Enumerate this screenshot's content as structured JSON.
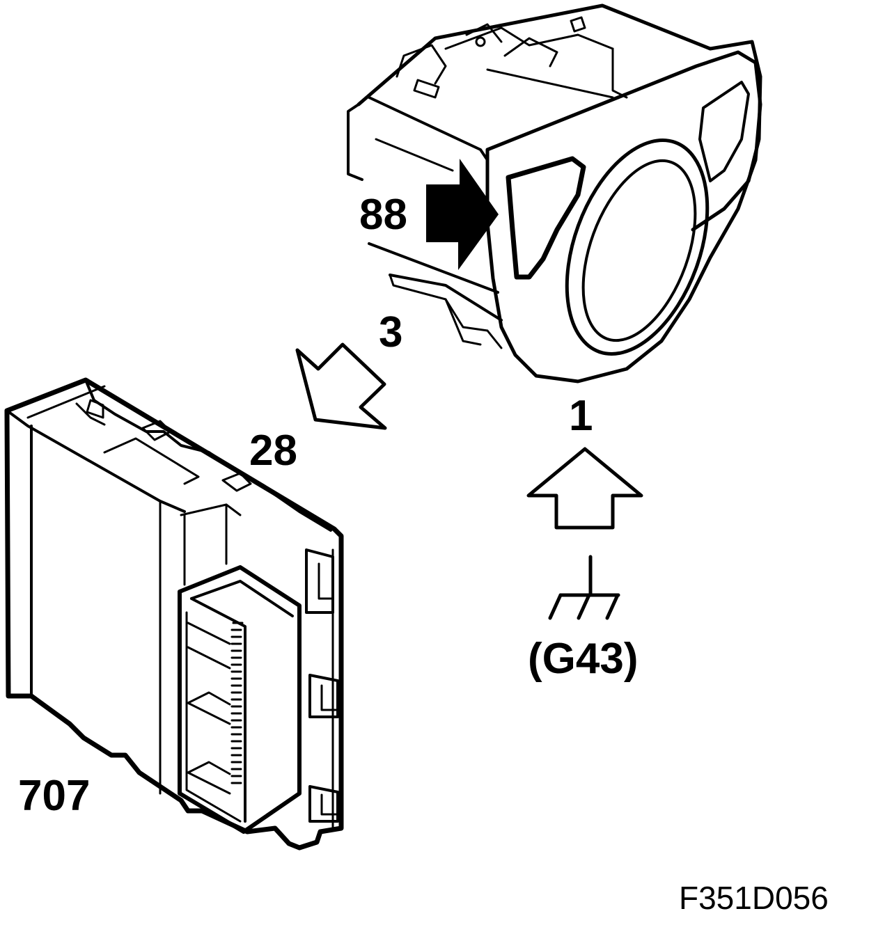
{
  "labels": {
    "component_88": "88",
    "connector_3": "3",
    "pin_28": "28",
    "pin_1": "1",
    "ground_point": "(G43)",
    "module_707": "707",
    "figure_code": "F351D056"
  },
  "colors": {
    "ink": "#000000",
    "paper": "#ffffff"
  }
}
